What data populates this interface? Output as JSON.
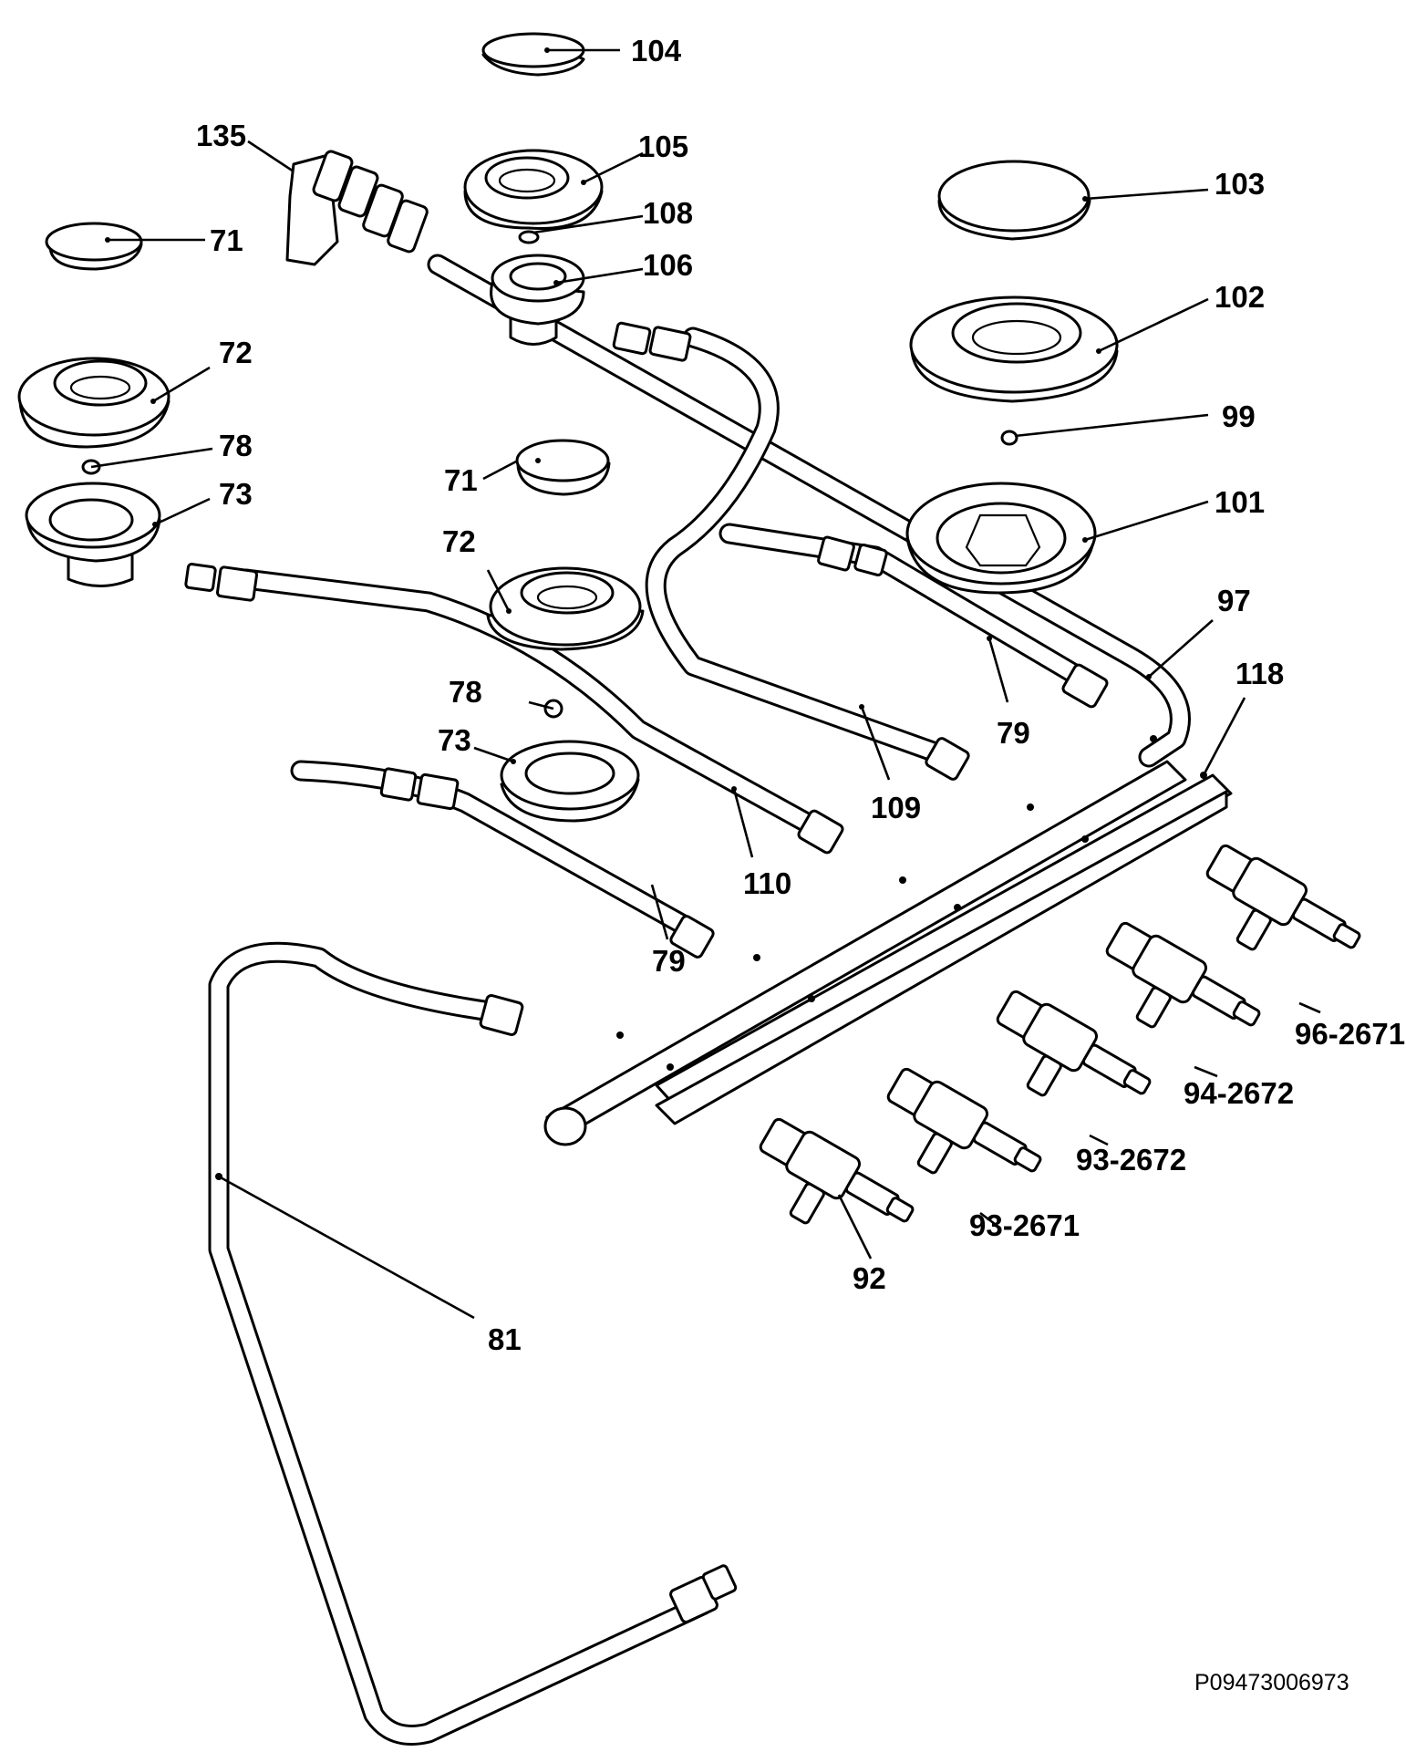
{
  "reference_code": "P09473006973",
  "callouts": [
    {
      "id": "c104",
      "text": "104"
    },
    {
      "id": "c135",
      "text": "135"
    },
    {
      "id": "c105",
      "text": "105"
    },
    {
      "id": "c108",
      "text": "108"
    },
    {
      "id": "c106",
      "text": "106"
    },
    {
      "id": "c71a",
      "text": "71"
    },
    {
      "id": "c103",
      "text": "103"
    },
    {
      "id": "c102",
      "text": "102"
    },
    {
      "id": "c72a",
      "text": "72"
    },
    {
      "id": "c78a",
      "text": "78"
    },
    {
      "id": "c73a",
      "text": "73"
    },
    {
      "id": "c71b",
      "text": "71"
    },
    {
      "id": "c99",
      "text": "99"
    },
    {
      "id": "c101",
      "text": "101"
    },
    {
      "id": "c72b",
      "text": "72"
    },
    {
      "id": "c97",
      "text": "97"
    },
    {
      "id": "c118",
      "text": "118"
    },
    {
      "id": "c78b",
      "text": "78"
    },
    {
      "id": "c79a",
      "text": "79"
    },
    {
      "id": "c73b",
      "text": "73"
    },
    {
      "id": "c109",
      "text": "109"
    },
    {
      "id": "c110",
      "text": "110"
    },
    {
      "id": "c79b",
      "text": "79"
    },
    {
      "id": "c96",
      "text": "96-2671"
    },
    {
      "id": "c94",
      "text": "94-2672"
    },
    {
      "id": "c93b",
      "text": "93-2672"
    },
    {
      "id": "c93a",
      "text": "93-2671"
    },
    {
      "id": "c92",
      "text": "92"
    },
    {
      "id": "c81",
      "text": "81"
    }
  ]
}
